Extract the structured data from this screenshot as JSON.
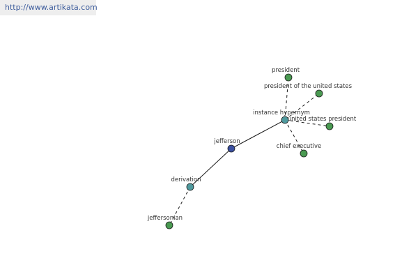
{
  "header": {
    "url": "http://www.artikata.com"
  },
  "colors": {
    "edge": "#1a1a1a",
    "node_stroke": "#1a1a1a",
    "word_node": "#3a4fa0",
    "relation_node": "#4f9a9e",
    "leaf_node": "#4a9a52",
    "label": "#333333",
    "url": "#3a5a9b"
  },
  "graph": {
    "nodes": [
      {
        "id": "jefferson",
        "label": "jefferson",
        "kind": "word"
      },
      {
        "id": "derivation",
        "label": "derivation",
        "kind": "relation"
      },
      {
        "id": "jeffersonian",
        "label": "jeffersonian",
        "kind": "leaf"
      },
      {
        "id": "instance_hypernym",
        "label": "instance hypernym",
        "kind": "relation"
      },
      {
        "id": "president",
        "label": "president",
        "kind": "leaf"
      },
      {
        "id": "president_of_the_united_states",
        "label": "president of the united states",
        "kind": "leaf"
      },
      {
        "id": "united_states_president",
        "label": "united states president",
        "kind": "leaf"
      },
      {
        "id": "chief_executive",
        "label": "chief executive",
        "kind": "leaf"
      }
    ],
    "edges": [
      {
        "from": "jefferson",
        "to": "derivation",
        "style": "solid"
      },
      {
        "from": "jefferson",
        "to": "instance_hypernym",
        "style": "solid"
      },
      {
        "from": "derivation",
        "to": "jeffersonian",
        "style": "dashed"
      },
      {
        "from": "instance_hypernym",
        "to": "president",
        "style": "dashed"
      },
      {
        "from": "instance_hypernym",
        "to": "president_of_the_united_states",
        "style": "dashed"
      },
      {
        "from": "instance_hypernym",
        "to": "united_states_president",
        "style": "dashed"
      },
      {
        "from": "instance_hypernym",
        "to": "chief_executive",
        "style": "dashed"
      }
    ]
  }
}
